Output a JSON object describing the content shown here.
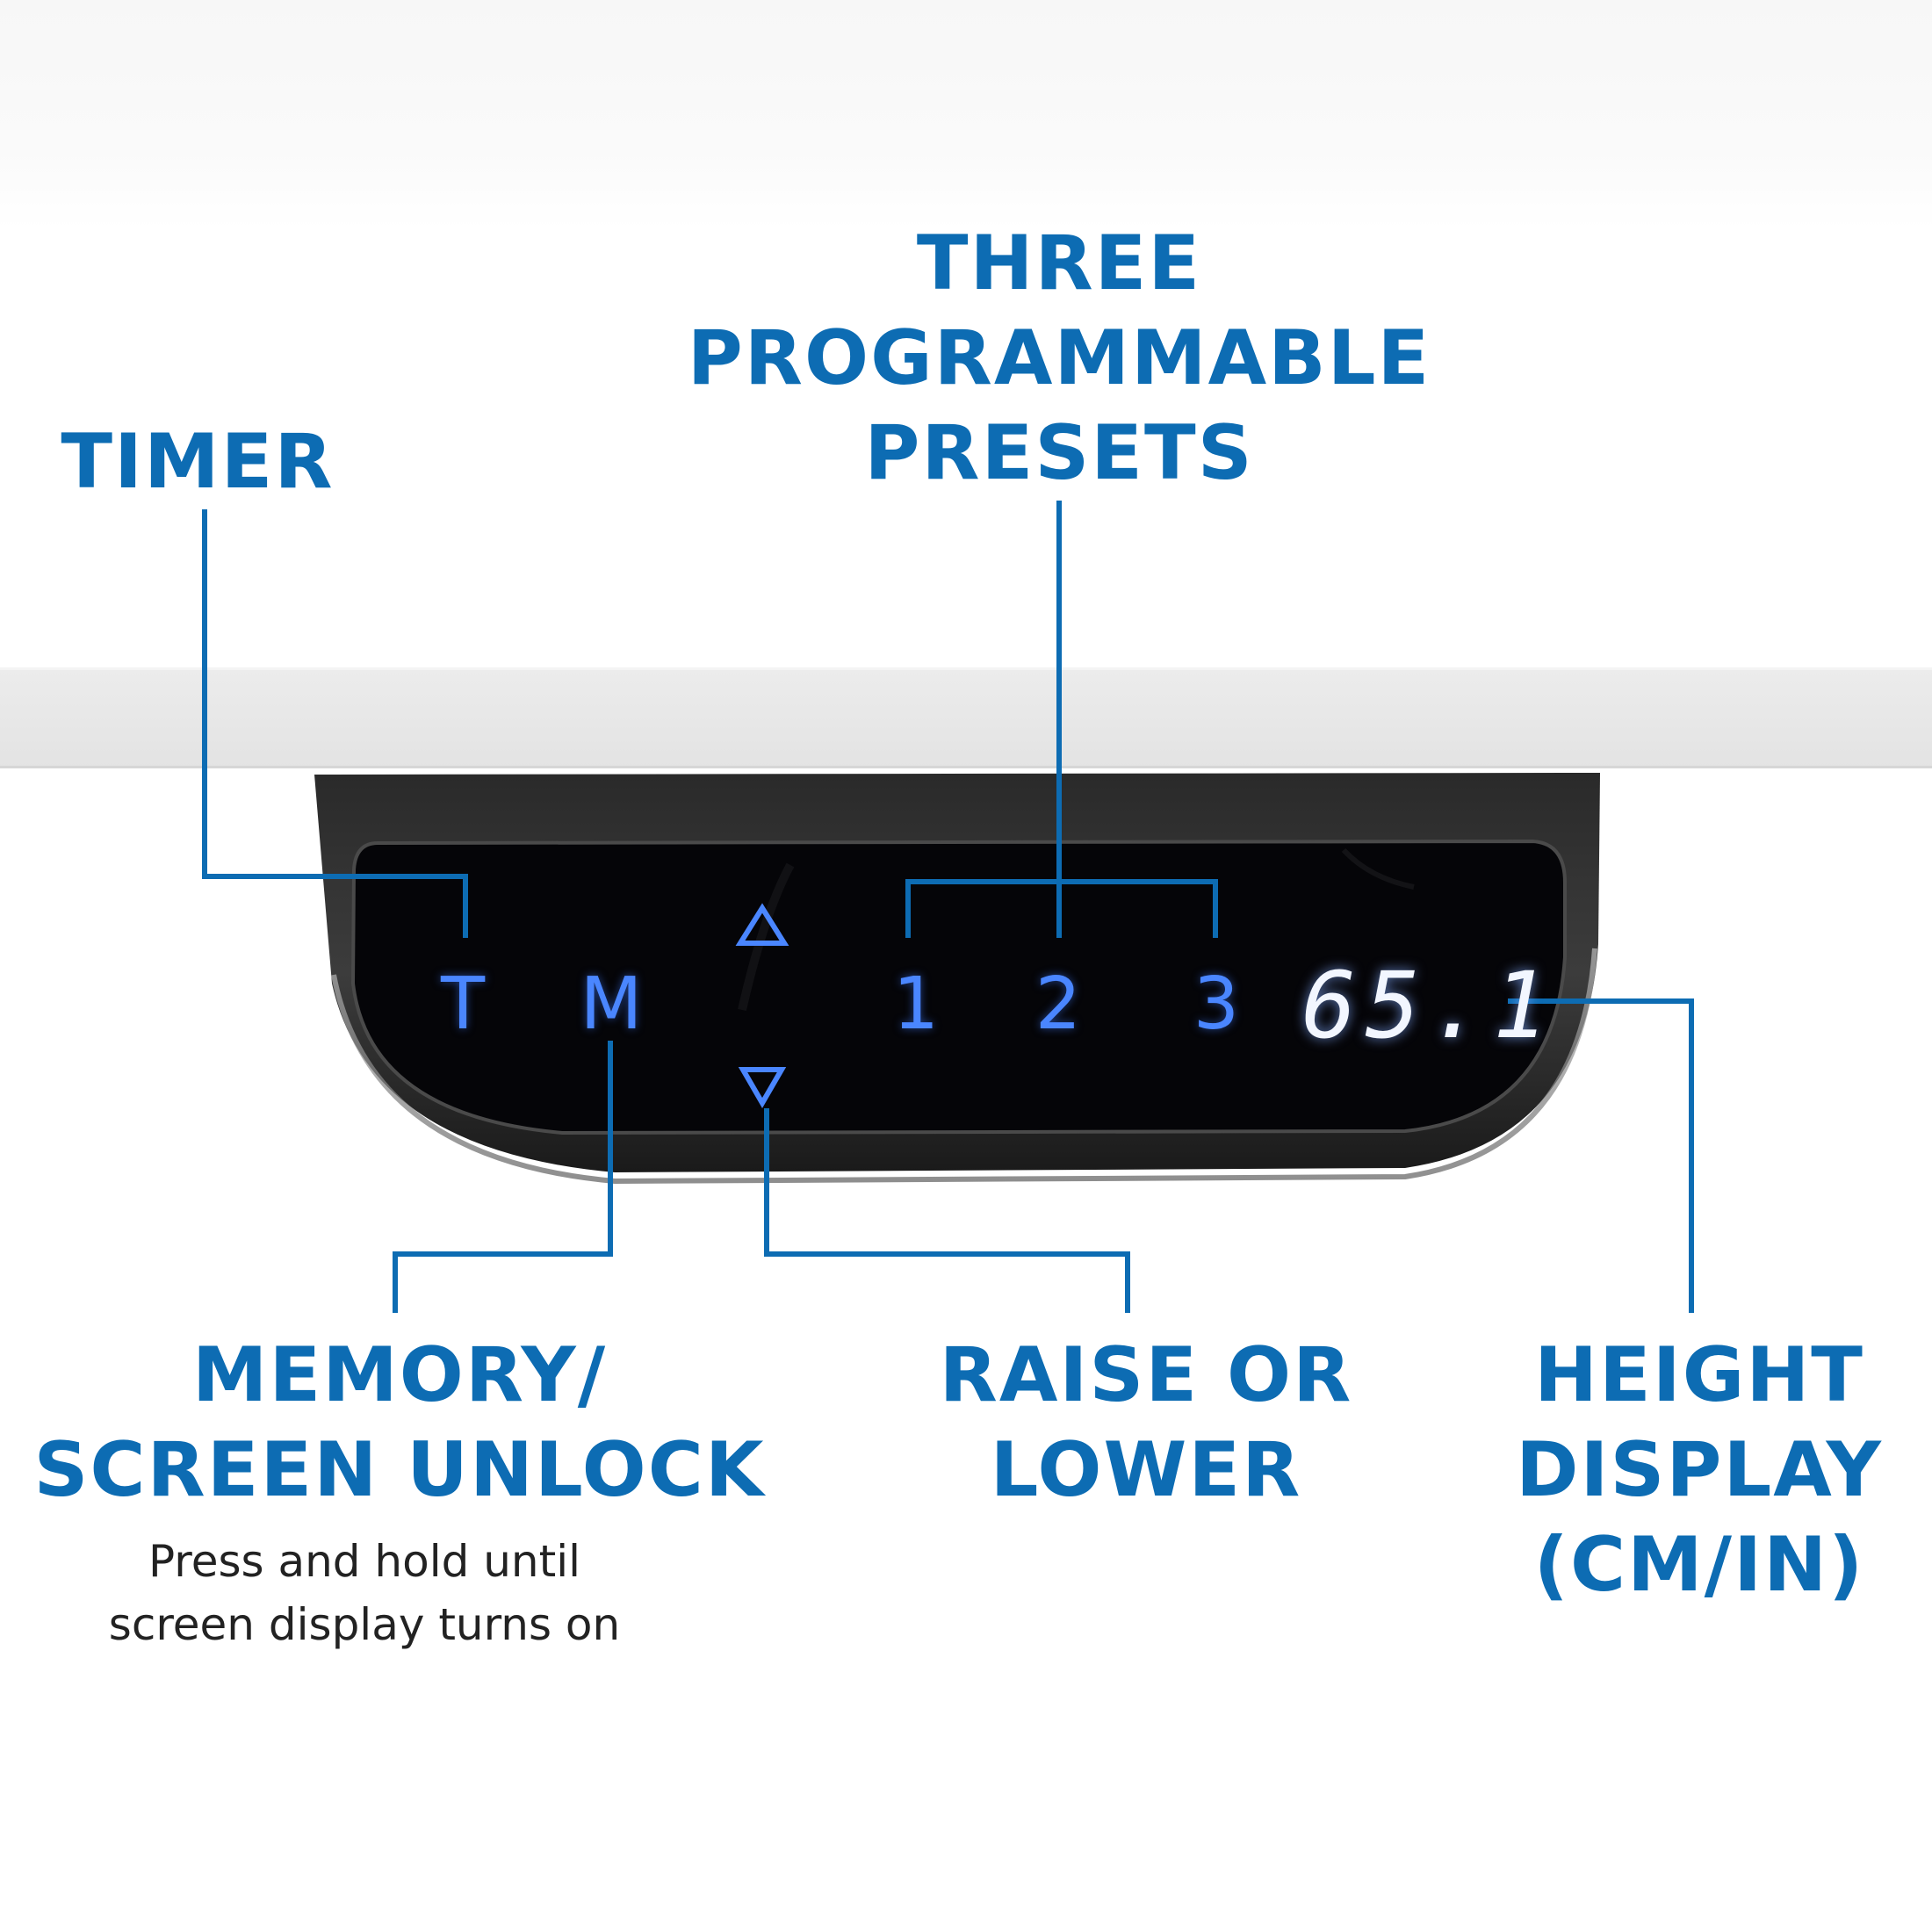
{
  "colors": {
    "accent": "#0d6cb3",
    "key_glow": "#4a86ff",
    "panel": "#050508",
    "desk_edge": "#e9e9e9"
  },
  "labels": {
    "presets": [
      "THREE",
      "PROGRAMMABLE",
      "PRESETS"
    ],
    "timer": "TIMER",
    "memory": [
      "MEMORY/",
      "SCREEN UNLOCK"
    ],
    "memory_note": [
      "Press and hold until",
      "screen display turns on"
    ],
    "raise_lower": [
      "RAISE OR",
      "LOWER"
    ],
    "height_display": [
      "HEIGHT",
      "DISPLAY",
      "(CM/IN)"
    ]
  },
  "keypad": {
    "timer_key": "T",
    "memory_key": "M",
    "up_icon": "up-triangle-icon",
    "down_icon": "down-triangle-icon",
    "preset_keys": [
      "1",
      "2",
      "3"
    ],
    "height_readout": "65.1"
  }
}
